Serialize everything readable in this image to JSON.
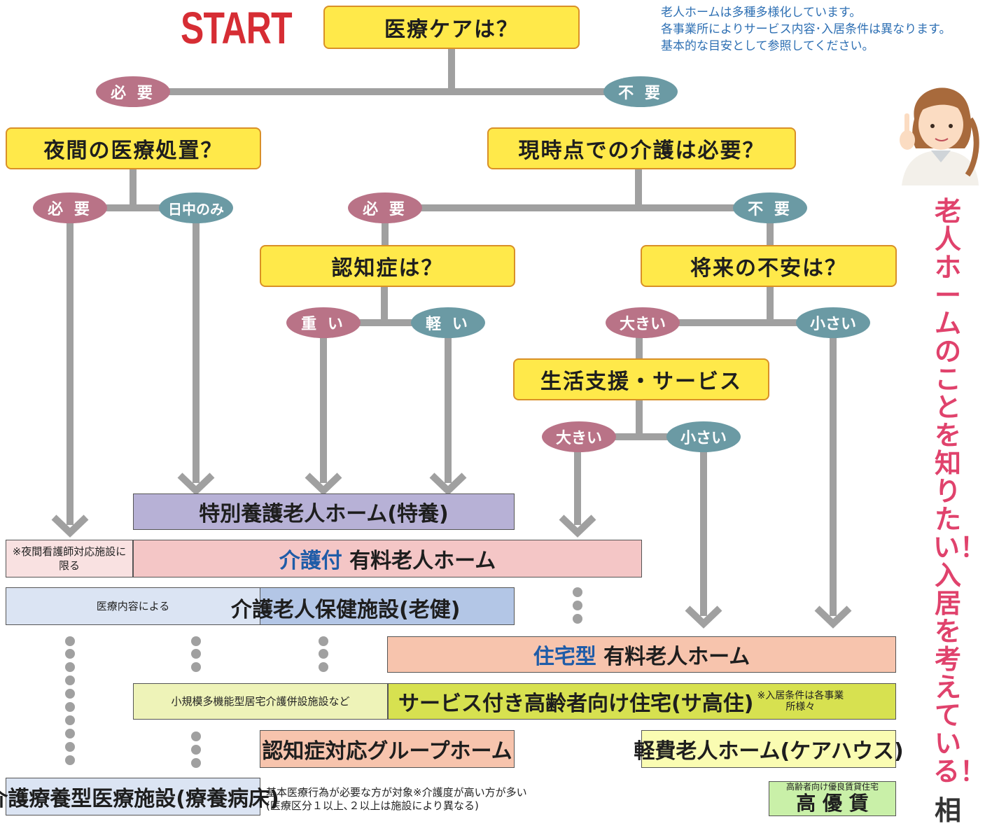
{
  "start_label": "START",
  "note_lines": [
    "老人ホームは多種多様化しています。",
    "各事業所によりサービス内容･入居条件は異なります。",
    "基本的な目安として参照してください。"
  ],
  "questions": {
    "medical_care": "医療ケアは？",
    "night_medical": "夜間の医療処置？",
    "care_now": "現時点での介護は必要？",
    "dementia": "認知症は？",
    "future_anxiety": "将来の不安は？",
    "life_support": "生活支援・サービス"
  },
  "labels": {
    "hitsuyou": "必 要",
    "fuyou": "不 要",
    "nicchu_nomi": "日中のみ",
    "omoi": "重 い",
    "karui": "軽 い",
    "ookii": "大きい",
    "chiisai": "小さい"
  },
  "facilities": {
    "tokuyou": "特別養護老人ホーム(特養)",
    "kaigotsuki_note": "※夜間看護師対応施設に限る",
    "kaigotsuki_prefix": "介護付",
    "kaigotsuki_main": "有料老人ホーム",
    "roken_note": "医療内容による",
    "roken": "介護老人保健施設(老健)",
    "jutaku_prefix": "住宅型",
    "jutaku_main": "有料老人ホーム",
    "sakouju_note": "小規模多機能型居宅介護併設施設など",
    "sakouju": "サービス付き高齢者向け住宅(サ高住)",
    "sakouju_sub": "※入居条件は各事業所様々",
    "group_home": "認知症対応グループホーム",
    "care_house": "軽費老人ホーム(ケアハウス)",
    "ryoyo": "介護療養型医療施設(療養病床)",
    "ryoyo_note1": "基本医療行為が必要な方が対象※介護度が高い方が多い",
    "ryoyo_note2": "(医療区分１以上､２以上は施設により異なる)",
    "koyuchin_small": "高齢者向け優良賃貸住宅",
    "koyuchin": "高 優 賃"
  },
  "side_text": "老人ホームのことを知りたい！入居を考えている！",
  "side_text_tail": "相",
  "colors": {
    "start_red": "#d62d34",
    "question_fill": "#ffe94a",
    "question_border": "#d99027",
    "pink_pill": "#b97387",
    "teal_pill": "#6b9aa4",
    "line_gray": "#a0a0a0",
    "purple": "#b7b1d6",
    "rose": "#f4c6c6",
    "light_blue": "#dbe4f3",
    "mid_blue": "#b3c6e6",
    "salmon": "#f7c4ad",
    "lime": "#d7e150",
    "pale_lime": "#eef3b8",
    "pale_yellow": "#fafcb2",
    "light_green": "#c9f0a8",
    "side_pink": "#e0426c",
    "note_blue": "#2d6fb3"
  }
}
